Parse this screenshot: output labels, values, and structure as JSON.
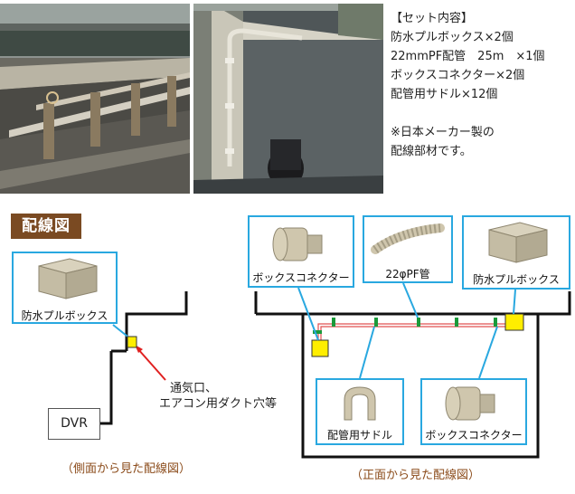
{
  "set_contents": {
    "header": "【セット内容】",
    "lines": [
      "防水プルボックス×2個",
      "22mmPF配管　25m　×1個",
      "ボックスコネクター×2個",
      "配管用サドル×12個"
    ],
    "note_lines": [
      "※日本メーカー製の",
      "配線部材です。"
    ]
  },
  "diagram_title": "配線図",
  "side_view": {
    "box_label": "防水プルボックス",
    "vent_label_line1": "通気口、",
    "vent_label_line2": "エアコン用ダクト穴等",
    "dvr_label": "DVR",
    "caption": "（側面から見た配線図）"
  },
  "front_view": {
    "callouts": {
      "box_connector_top": "ボックスコネクター",
      "pf_pipe": "22φPF管",
      "pull_box": "防水プルボックス",
      "saddle": "配管用サドル",
      "box_connector_bottom": "ボックスコネクター"
    },
    "caption": "（正面から見た配線図）"
  },
  "colors": {
    "callout_border": "#29a8e0",
    "title_bg": "#7a4a22",
    "caption_text": "#8b4b1a",
    "box_yellow": "#ffee00",
    "saddle_green": "#1a9a3a",
    "cable_red": "#e05050"
  }
}
